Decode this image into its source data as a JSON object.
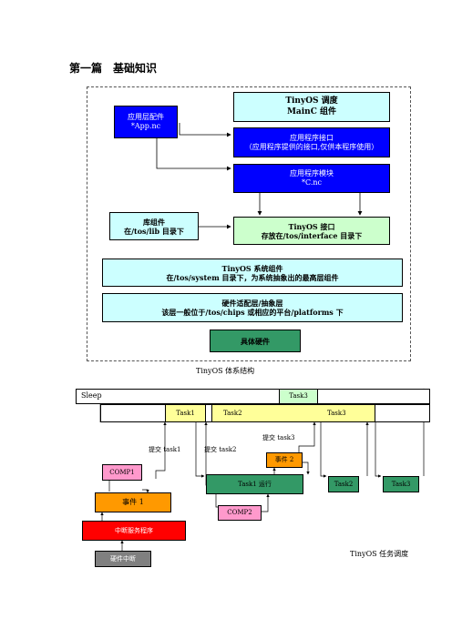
{
  "page": {
    "heading_part": "第一篇",
    "heading_title": "基础知识"
  },
  "arch": {
    "app_config": {
      "line1": "应用层配件",
      "line2": "*App.nc"
    },
    "tinyos_sched": {
      "line1": "TinyOS 调度",
      "line2": "MainC 组件"
    },
    "app_interface": {
      "line1": "应用程序接口",
      "line2": "（应用程序提供的接口,仅供本程序使用）"
    },
    "app_module": {
      "line1": "应用程序模块",
      "line2": "*C.nc"
    },
    "lib_component": {
      "line1": "库组件",
      "line2": "在/tos/lib 目录下"
    },
    "tinyos_interface": {
      "line1": "TinyOS  接口",
      "line2": "存放在/tos/interface 目录下"
    },
    "system_component": {
      "line1": "TinyOS 系统组件",
      "line2": "在/tos/system 目录下，为系统抽象出的最高层组件"
    },
    "hal": {
      "line1": "硬件适配层/抽象层",
      "line2": "该层一般位于/tos/chips 或相应的平台/platforms 下"
    },
    "hardware": {
      "line1": "具体硬件"
    },
    "caption": "TinyOS 体系结构",
    "colors": {
      "blue": "#0000ff",
      "cyan_light": "#ccffff",
      "mint": "#ccffcc",
      "green_dark": "#339966"
    }
  },
  "sched": {
    "sleep": "Sleep",
    "task3_top": "Task3",
    "task1": "Task1",
    "task2": "Task2",
    "task3": "Task3",
    "post_task1": "提交 task1",
    "post_task2": "提交 task2",
    "post_task3": "提交 task3",
    "event2": "事件 2",
    "comp1": "COMP1",
    "task1_run": "Task1 运行",
    "task2_small": "Task2",
    "task3_small": "Task3",
    "event1": "事件 1",
    "comp2": "COMP2",
    "isr": "中断服务程序",
    "hw_int": "硬件中断",
    "caption": "TinyOS 任务调度",
    "colors": {
      "yellow_light": "#ffff99",
      "orange": "#ff9900",
      "pink": "#ff99cc",
      "red": "#ff0000",
      "gray": "#808080"
    }
  }
}
